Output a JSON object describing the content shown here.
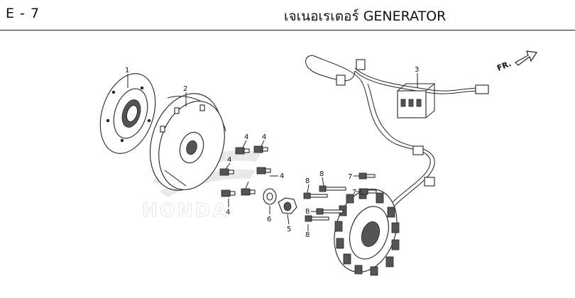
{
  "header": {
    "page_code": "E - 7",
    "title": "เจเนอเรเตอร์  GENERATOR"
  },
  "direction_indicator": {
    "label": "FR."
  },
  "watermark": {
    "text": "HONDA"
  },
  "callouts": [
    {
      "id": "c1",
      "label": "1"
    },
    {
      "id": "c2",
      "label": "2"
    },
    {
      "id": "c3",
      "label": "3"
    },
    {
      "id": "c4a",
      "label": "4"
    },
    {
      "id": "c4b",
      "label": "4"
    },
    {
      "id": "c4c",
      "label": "4"
    },
    {
      "id": "c4d",
      "label": "4"
    },
    {
      "id": "c4e",
      "label": "4"
    },
    {
      "id": "c5",
      "label": "5"
    },
    {
      "id": "c6",
      "label": "6"
    },
    {
      "id": "c7a",
      "label": "7"
    },
    {
      "id": "c7b",
      "label": "7"
    },
    {
      "id": "c8a",
      "label": "8"
    },
    {
      "id": "c8b",
      "label": "8"
    },
    {
      "id": "c8c",
      "label": "8"
    },
    {
      "id": "c8d",
      "label": "8"
    }
  ]
}
